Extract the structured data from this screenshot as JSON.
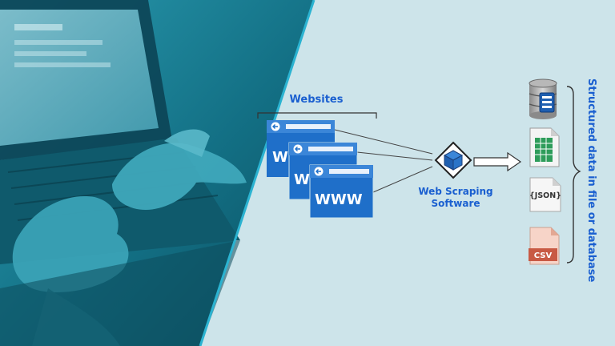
{
  "diagram": {
    "websites_label": "Websites",
    "browser_text": "WWW",
    "software_label_line1": "Web Scraping",
    "software_label_line2": "Software",
    "json_badge": "{JSON}",
    "csv_badge": "CSV",
    "vertical_label": "Structured data in file or database"
  },
  "colors": {
    "accent_blue": "#1a5fd0",
    "photo_teal": "#1b8aa0",
    "background": "#cde4ea",
    "divider_line": "#2bb3d1",
    "window_blue": "#1f6fc9",
    "csv_red": "#c85a44",
    "sheet_green": "#2e9c5a"
  },
  "icons": [
    "arrow-left-icon",
    "cube-icon",
    "database-icon",
    "spreadsheet-icon",
    "json-file-icon",
    "csv-file-icon",
    "hollow-arrow-icon"
  ]
}
